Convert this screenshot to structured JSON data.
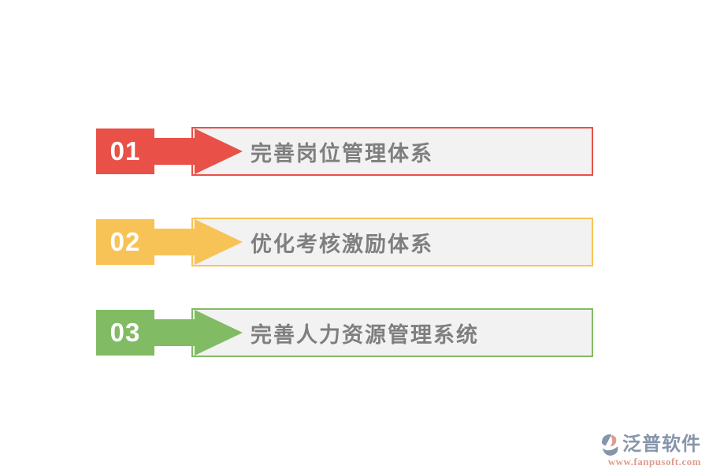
{
  "page": {
    "background": "#FFFFFF",
    "box_fill": "#F2F2F2",
    "label_color": "#7F7F7F"
  },
  "steps": [
    {
      "number": "01",
      "label": "完善岗位管理体系",
      "color": "#E95048"
    },
    {
      "number": "02",
      "label": "优化考核激励体系",
      "color": "#F8C356"
    },
    {
      "number": "03",
      "label": "完善人力资源管理系统",
      "color": "#81BB63"
    }
  ],
  "watermark": {
    "name": "泛普软件",
    "url": "www.fanpusoft.com",
    "name_color": "#8795AC",
    "url_color": "#DE9C8E",
    "icon": "fanpu-logo-icon",
    "icon_primary_color": "#8795AC",
    "icon_accent_color": "#DE9C8E"
  }
}
